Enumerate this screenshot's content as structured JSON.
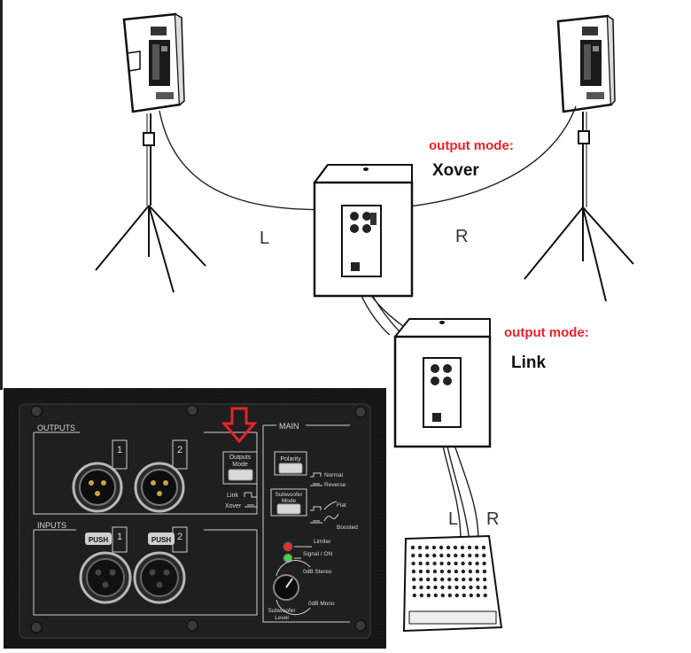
{
  "labels": {
    "output_mode": "output mode:",
    "mode_xover": "Xover",
    "mode_link": "Link",
    "left": "L",
    "right": "R"
  },
  "panel": {
    "outputs": "OUTPUTS",
    "inputs": "INPUTS",
    "main": "MAIN",
    "ch1": "1",
    "ch2": "2",
    "push": "PUSH",
    "outputs_mode_l1": "Outputs",
    "outputs_mode_l2": "Mode",
    "link": "Link",
    "xover": "Xover",
    "polarity": "Polarity",
    "normal": "Normal",
    "reverse": "Reverse",
    "sub_mode_l1": "Subwoofer",
    "sub_mode_l2": "Mode",
    "flat": "Flat",
    "boosted": "Boosted",
    "limiter": "Limiter",
    "signal_on": "Signal / ON",
    "odb_stereo": "0dB Stereo",
    "odb_mono": "0dB Mono",
    "sub_level_l1": "Subwoofer",
    "sub_level_l2": "Level"
  },
  "colors": {
    "accent_red": "#e8232a",
    "panel_bg": "#1d1d1d",
    "led_limiter": "#e53030",
    "led_signal": "#4cd04c"
  }
}
